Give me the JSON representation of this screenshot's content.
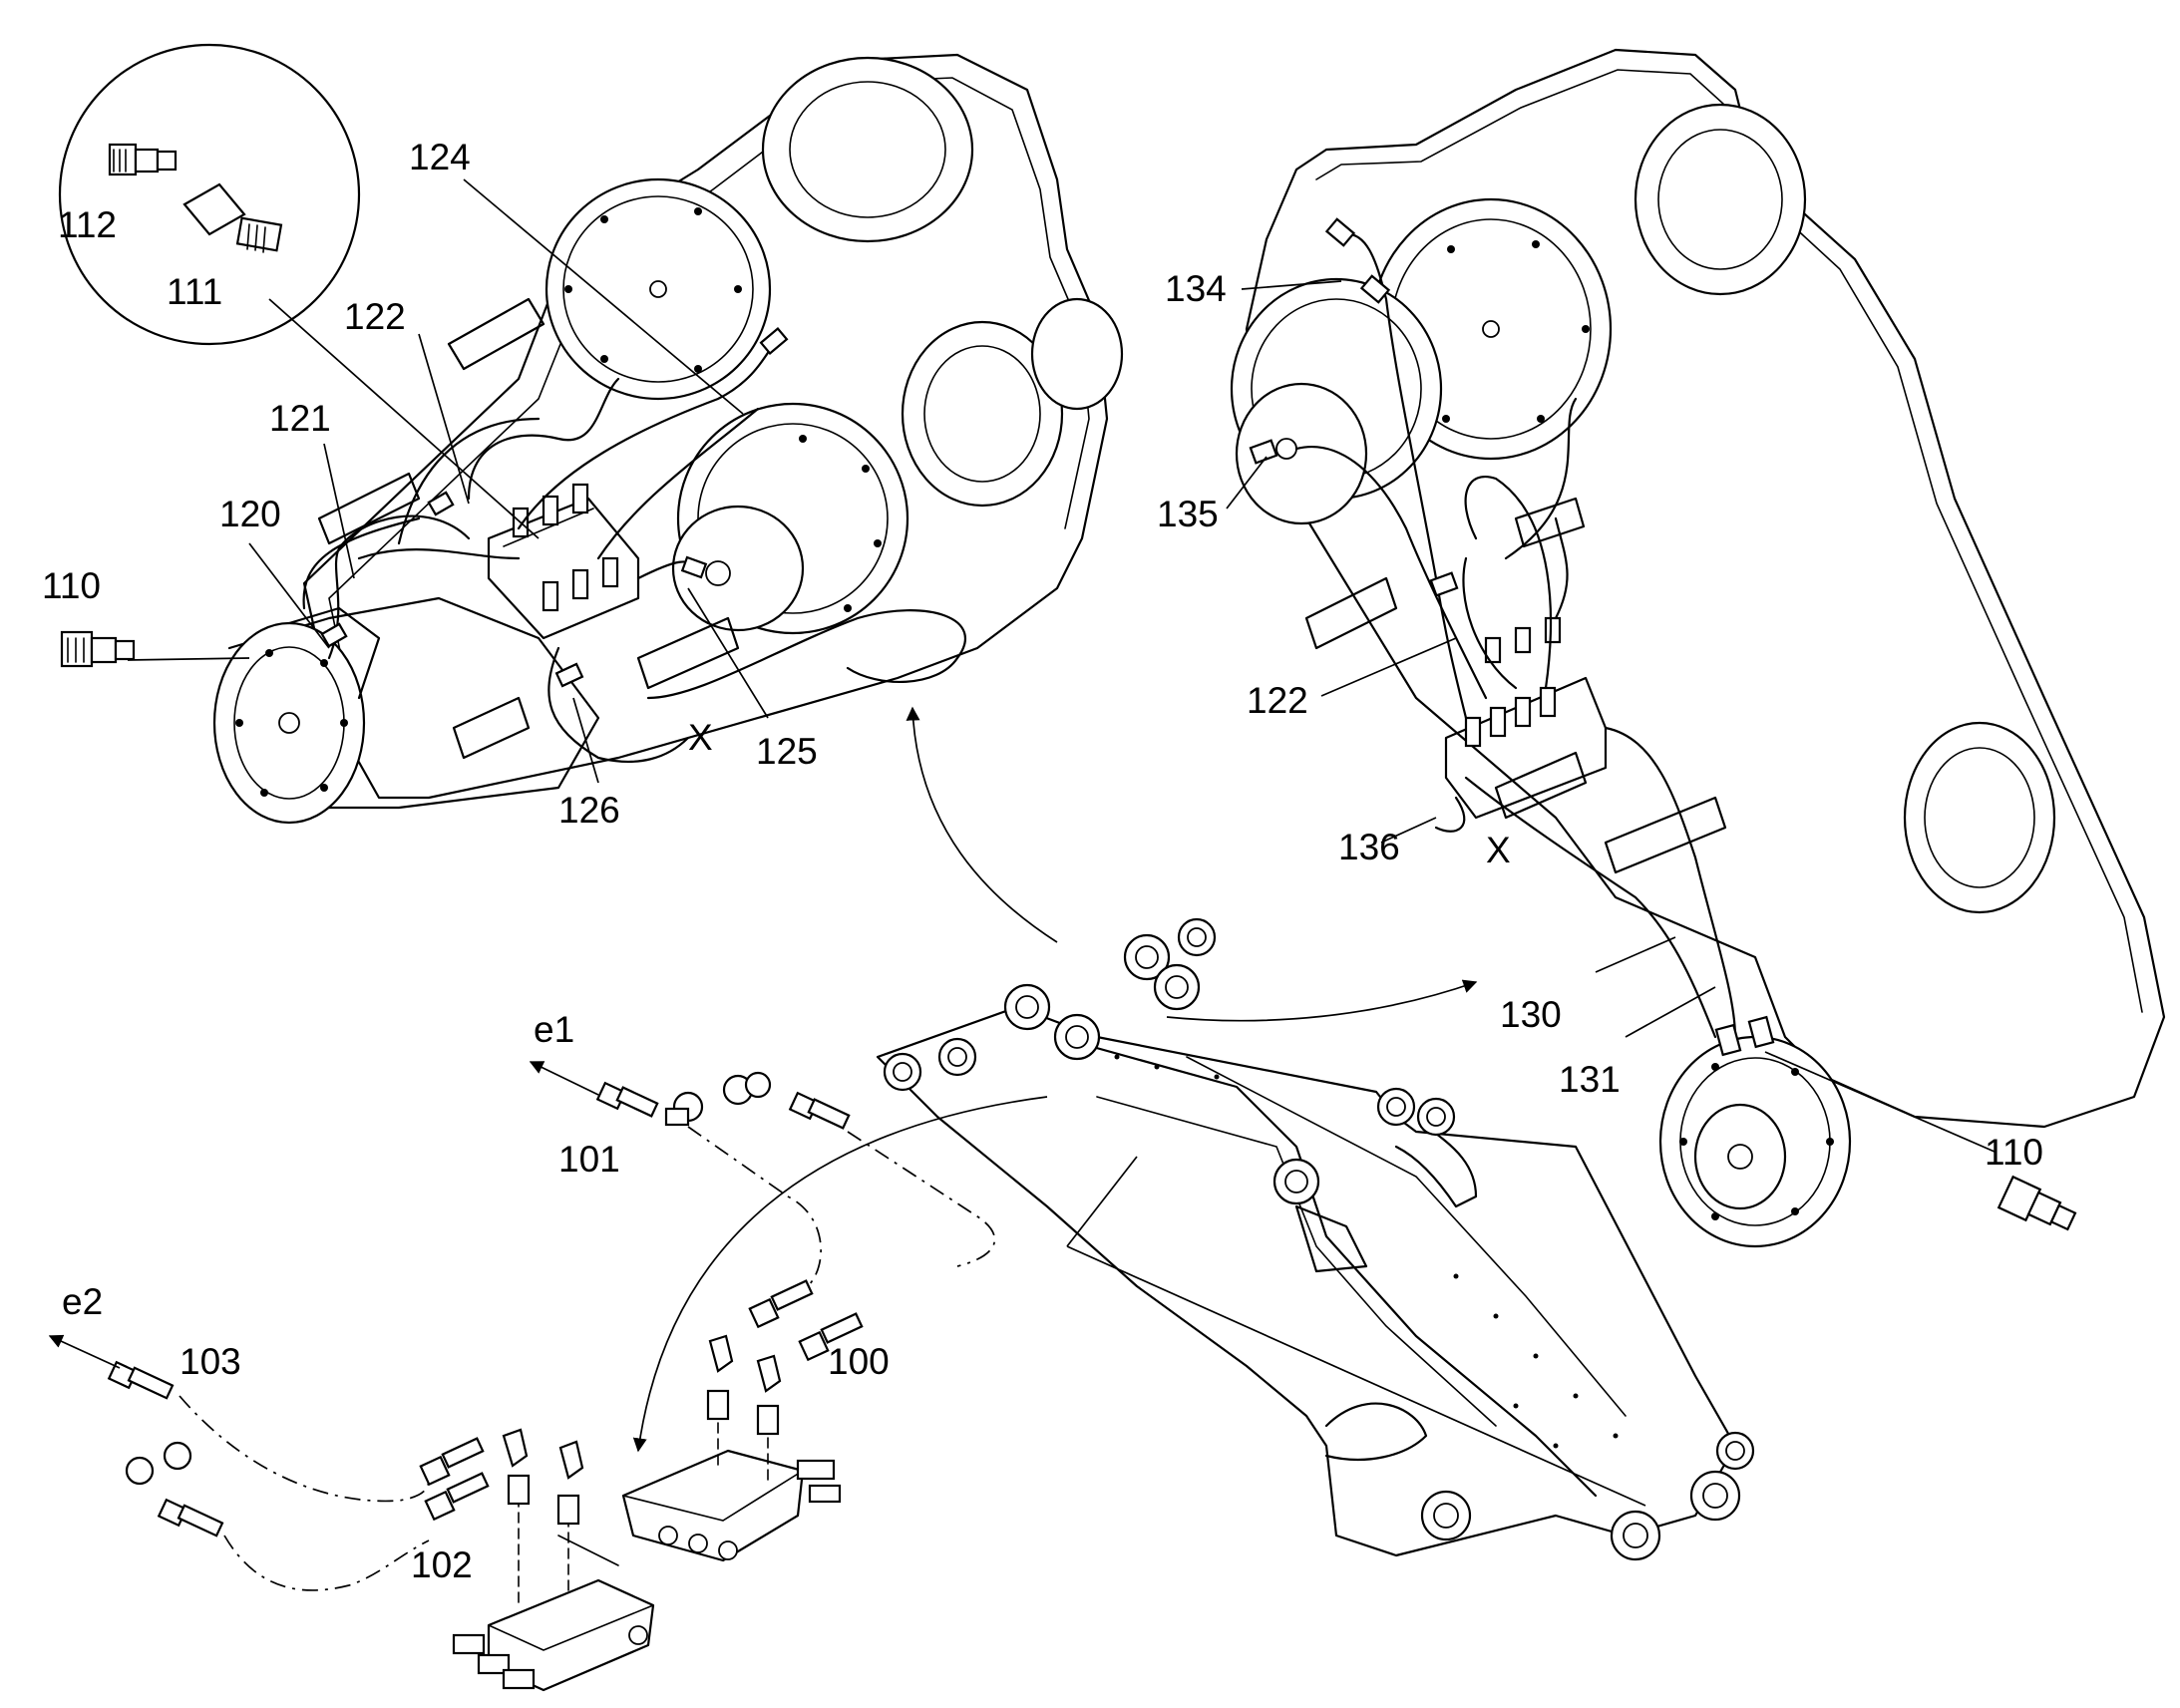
{
  "labels": {
    "l110a": "110",
    "l110b": "110",
    "l111": "111",
    "l112": "112",
    "l120": "120",
    "l121": "121",
    "l122a": "122",
    "l122b": "122",
    "l124": "124",
    "l125": "125",
    "l126": "126",
    "l130": "130",
    "l131": "131",
    "l134": "134",
    "l135": "135",
    "l136": "136",
    "l100": "100",
    "l101": "101",
    "l102": "102",
    "l103": "103",
    "e1": "e1",
    "e2": "e2",
    "xa": "X",
    "xb": "X"
  }
}
